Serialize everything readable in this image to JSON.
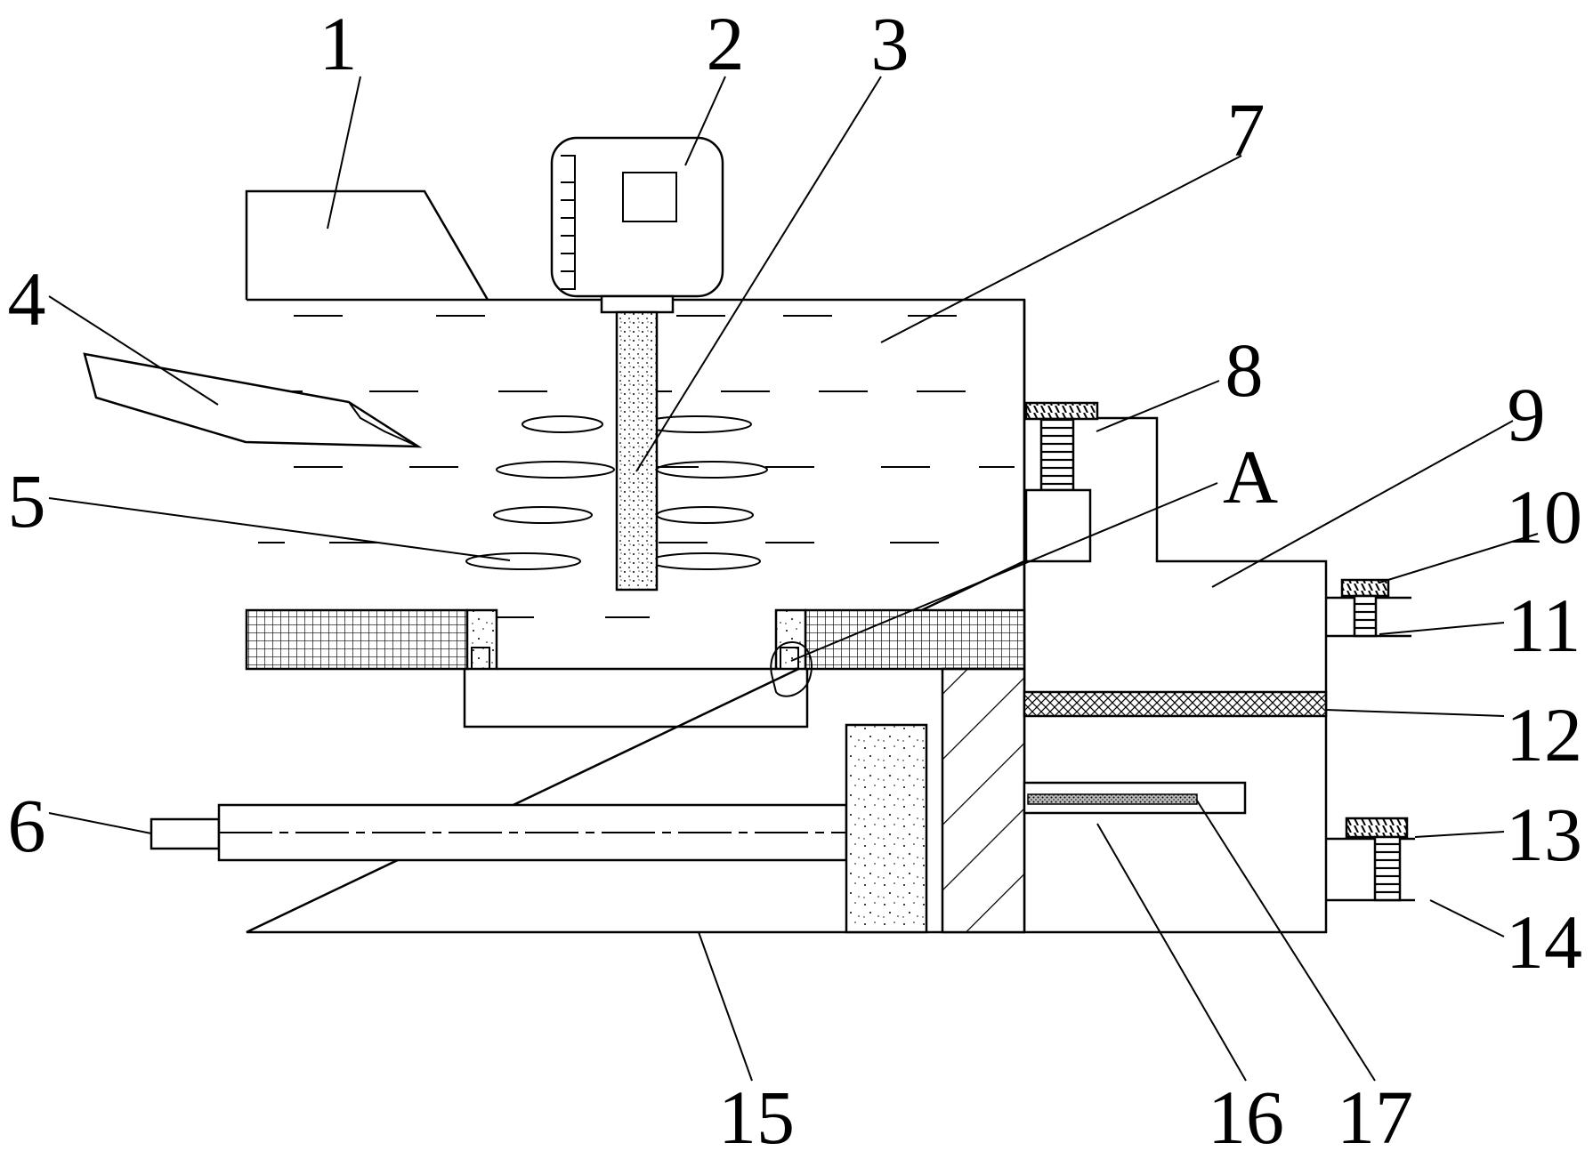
{
  "callouts": [
    {
      "id": "1",
      "text": "1"
    },
    {
      "id": "2",
      "text": "2"
    },
    {
      "id": "3",
      "text": "3"
    },
    {
      "id": "4",
      "text": "4"
    },
    {
      "id": "5",
      "text": "5"
    },
    {
      "id": "6",
      "text": "6"
    },
    {
      "id": "7",
      "text": "7"
    },
    {
      "id": "8",
      "text": "8"
    },
    {
      "id": "A",
      "text": "A"
    },
    {
      "id": "9",
      "text": "9"
    },
    {
      "id": "10",
      "text": "10"
    },
    {
      "id": "11",
      "text": "11"
    },
    {
      "id": "12",
      "text": "12"
    },
    {
      "id": "13",
      "text": "13"
    },
    {
      "id": "14",
      "text": "14"
    },
    {
      "id": "15",
      "text": "15"
    },
    {
      "id": "16",
      "text": "16"
    },
    {
      "id": "17",
      "text": "17"
    }
  ]
}
